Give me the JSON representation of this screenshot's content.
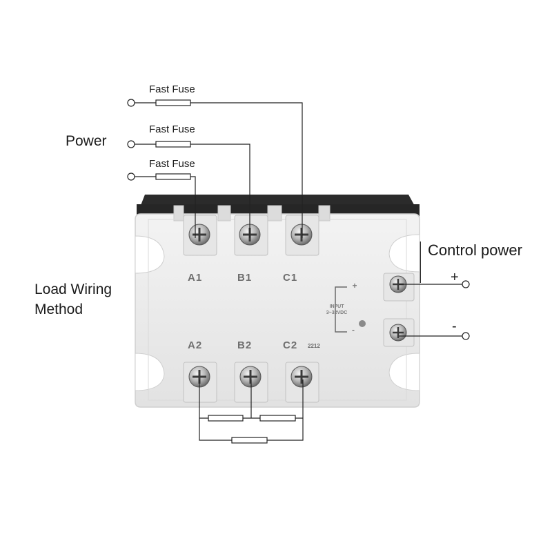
{
  "labels": {
    "fast_fuse": [
      "Fast Fuse",
      "Fast Fuse",
      "Fast Fuse"
    ],
    "power": "Power",
    "load_wiring_line1": "Load Wiring",
    "load_wiring_line2": "Method",
    "control_power": "Control power",
    "plus": "+",
    "minus": "-"
  },
  "relay": {
    "input_terminals": [
      "A1",
      "B1",
      "C1"
    ],
    "output_terminals": [
      "A2",
      "B2",
      "C2"
    ],
    "input_text_line1": "INPUT",
    "input_text_line2": "3~32VDC",
    "input_plus": "+",
    "input_minus": "-",
    "model_code": "2212"
  },
  "colors": {
    "wire": "#222222",
    "housing_dark": "#2b2b2b",
    "cover": "#ececec",
    "label_gray": "#6f6f6f"
  }
}
